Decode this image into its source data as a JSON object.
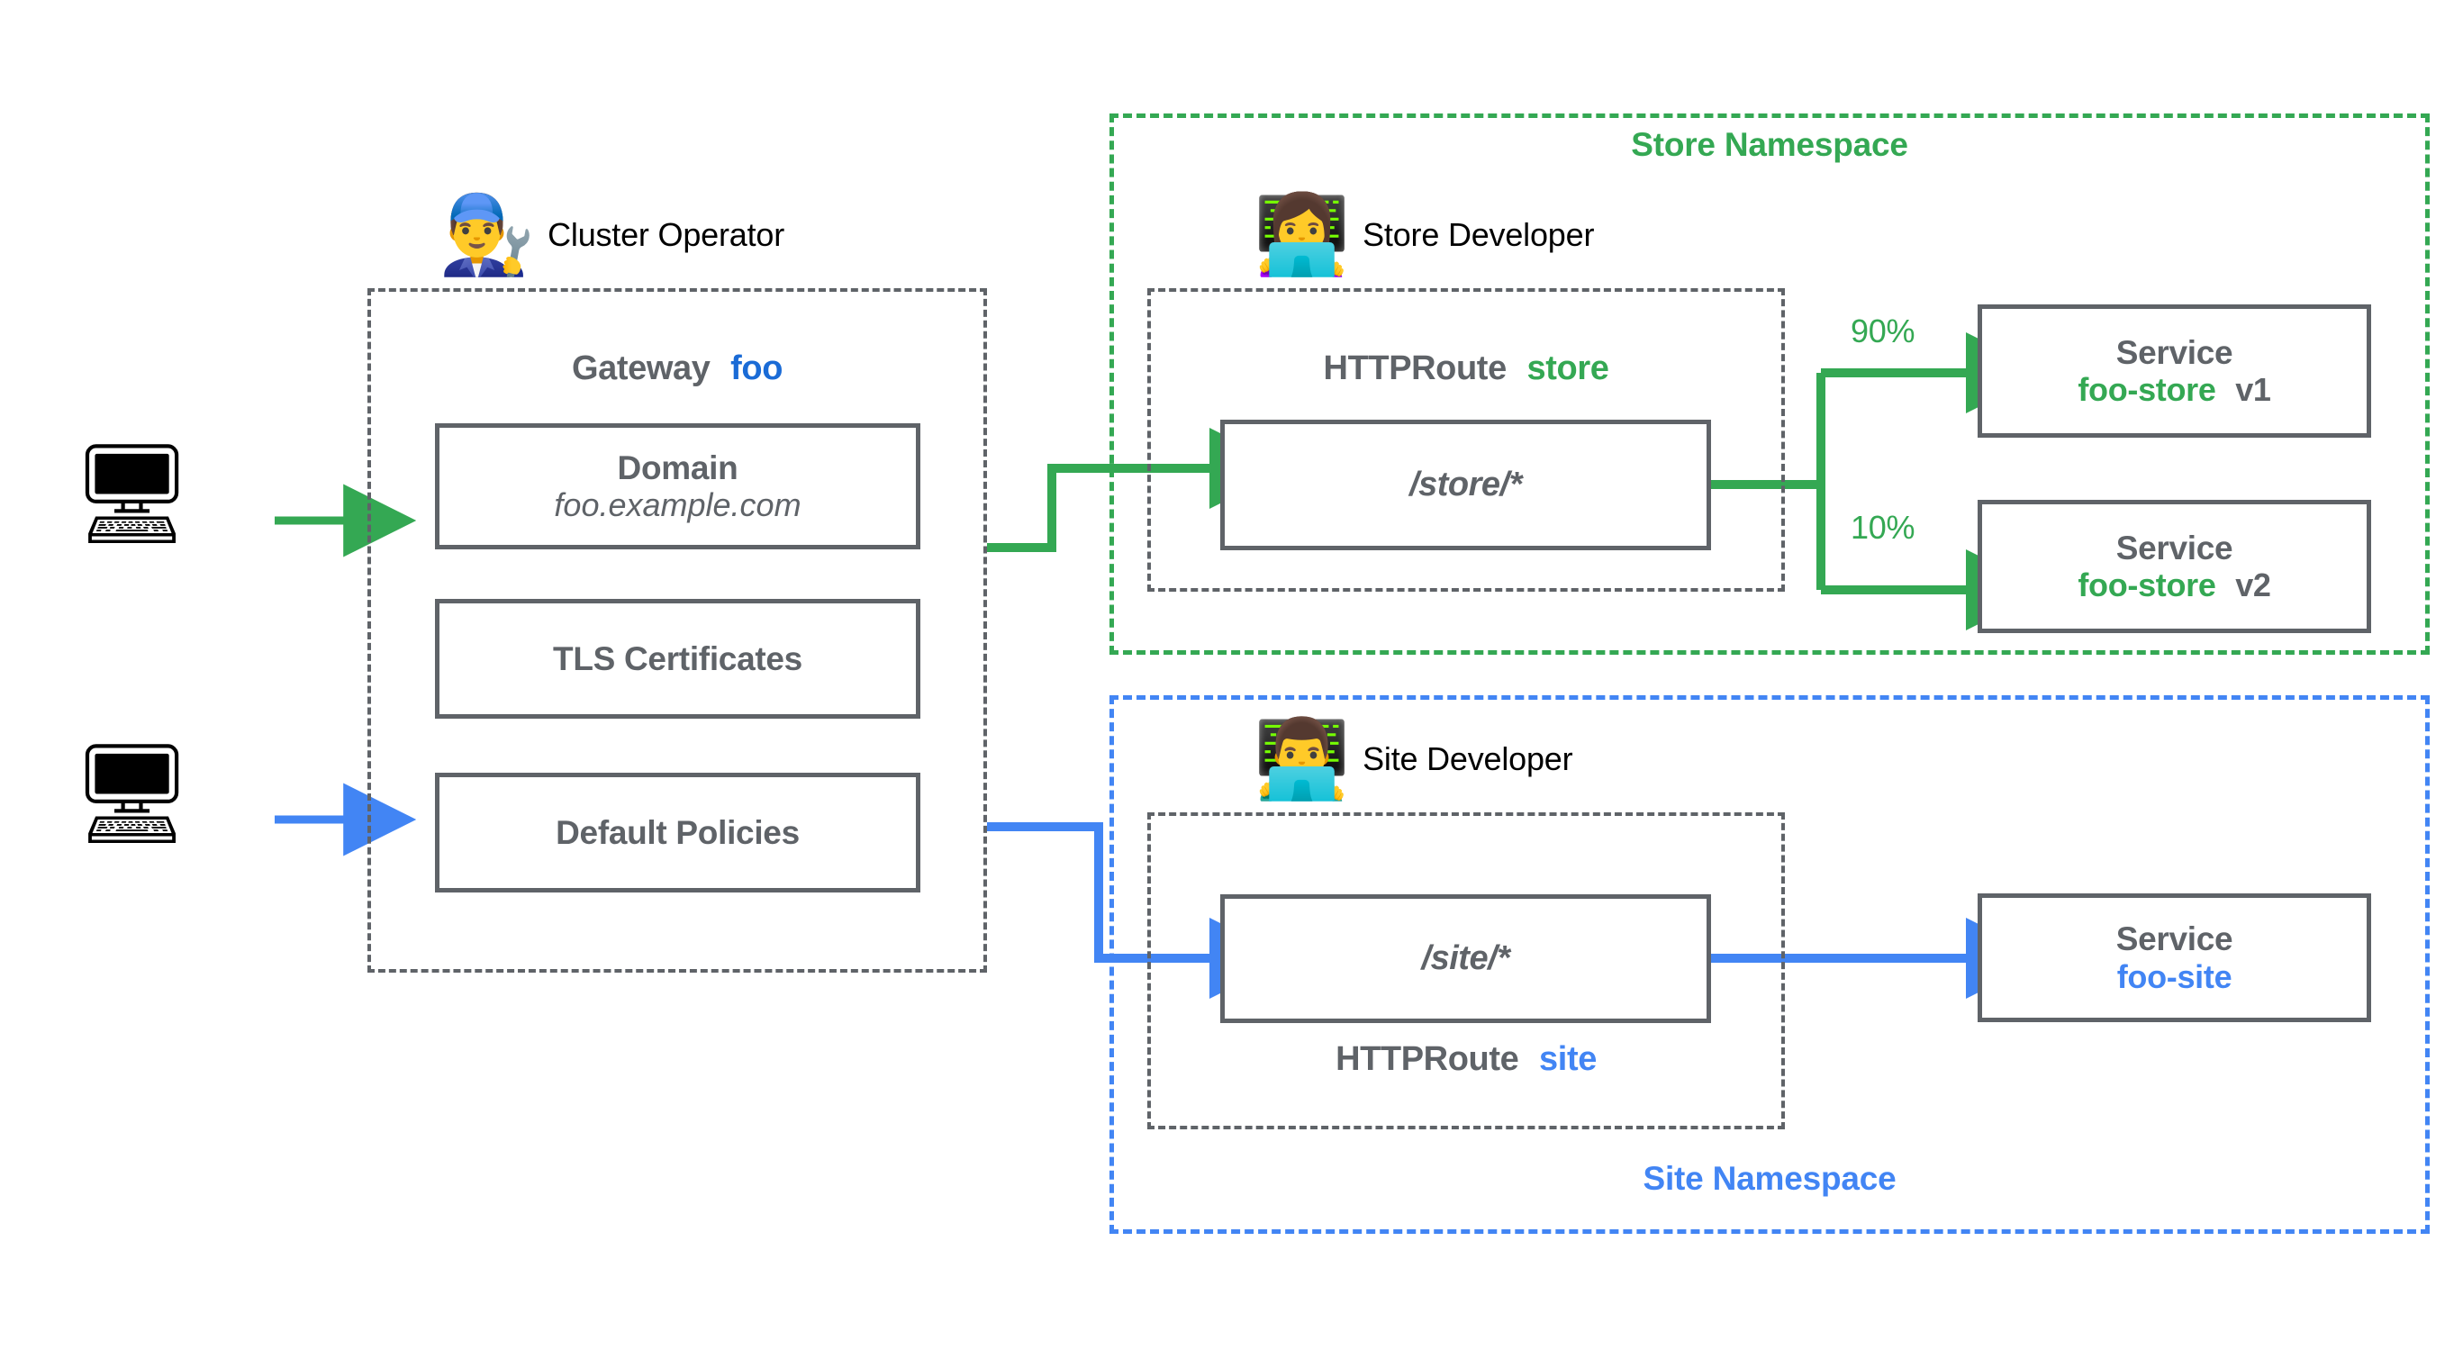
{
  "colors": {
    "green": "#34a853",
    "blue": "#4285f4",
    "gateway_accent": "#1a6bd6",
    "gray": "#5f6368",
    "black": "#000000"
  },
  "clients": [
    {
      "icon": "desktop-computer",
      "glyph": "🖥",
      "flow": "green"
    },
    {
      "icon": "desktop-computer",
      "glyph": "🖥",
      "flow": "blue"
    }
  ],
  "gateway": {
    "persona": {
      "label": "Cluster Operator",
      "emoji": "👨‍🔧"
    },
    "heading_prefix": "Gateway",
    "heading_name": "foo",
    "boxes": [
      {
        "title": "Domain",
        "subtitle": "foo.example.com",
        "subtitle_style": "italic"
      },
      {
        "title": "TLS Certificates",
        "subtitle": "",
        "subtitle_style": "none"
      },
      {
        "title": "Default Policies",
        "subtitle": "",
        "subtitle_style": "none"
      }
    ]
  },
  "store_namespace": {
    "caption": "Store Namespace",
    "persona": {
      "label": "Store Developer",
      "emoji": "👩‍💻"
    },
    "route_prefix": "HTTPRoute",
    "route_name": "store",
    "route_label_position": "above",
    "path": "/store/*",
    "backends": [
      {
        "weight": "90%",
        "title": "Service",
        "name": "foo-store",
        "version": "v1"
      },
      {
        "weight": "10%",
        "title": "Service",
        "name": "foo-store",
        "version": "v2"
      }
    ]
  },
  "site_namespace": {
    "caption": "Site Namespace",
    "persona": {
      "label": "Site Developer",
      "emoji": "👨‍💻"
    },
    "route_prefix": "HTTPRoute",
    "route_name": "site",
    "route_label_position": "below",
    "path": "/site/*",
    "backends": [
      {
        "weight": "",
        "title": "Service",
        "name": "foo-site",
        "version": ""
      }
    ]
  }
}
